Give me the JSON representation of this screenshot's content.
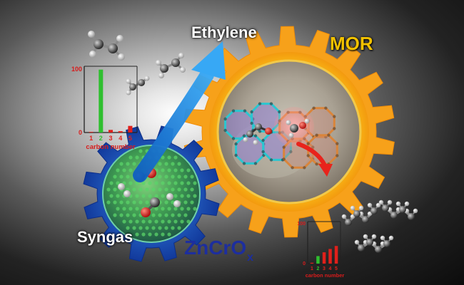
{
  "labels": {
    "ethylene": "Ethylene",
    "mor": "MOR",
    "syngas": "Syngas",
    "catalyst_main": "ZnCrO",
    "catalyst_sub": "x"
  },
  "colors": {
    "mor_gear": "#f7a11a",
    "mor_glow": "#ffe34a",
    "zncrox_gear": "#1d3fb0",
    "arrow_blue": "#1e8be0",
    "arrow_red": "#e8231c",
    "bar_green": "#2fbf2f",
    "bar_red": "#e0201b",
    "axis_text_red": "#d81b1b",
    "zeolite_cyan": "#2bc6d0",
    "zeolite_orange": "#d9853b"
  },
  "chart_data": [
    {
      "type": "bar",
      "title": "",
      "xlabel": "carbon number",
      "ylabel": "",
      "ylim": [
        0,
        100
      ],
      "y_ticks": [
        "0",
        "100"
      ],
      "categories": [
        "1",
        "2",
        "3",
        "4",
        "5"
      ],
      "values": [
        1,
        95,
        4,
        2,
        10
      ],
      "bar_colors": [
        "#e0201b",
        "#2fbf2f",
        "#e0201b",
        "#e0201b",
        "#e0201b"
      ]
    },
    {
      "type": "bar",
      "title": "",
      "xlabel": "carbon number",
      "ylabel": "",
      "ylim": [
        0,
        100
      ],
      "y_ticks": [
        "0",
        "100"
      ],
      "categories": [
        "1",
        "2",
        "3",
        "4",
        "5"
      ],
      "values": [
        2,
        18,
        27,
        35,
        42
      ],
      "bar_colors": [
        "#e0201b",
        "#2fbf2f",
        "#e0201b",
        "#e0201b",
        "#e0201b"
      ]
    }
  ]
}
